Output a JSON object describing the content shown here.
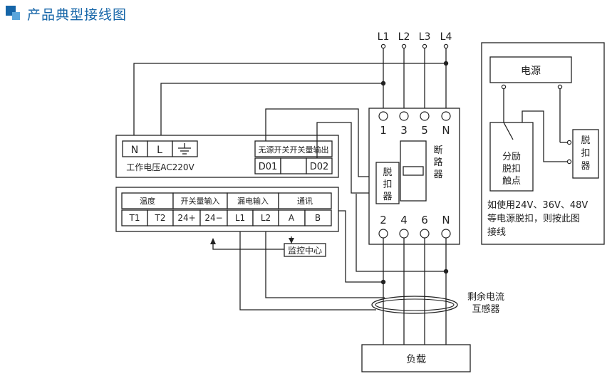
{
  "header": {
    "title": "产品典型接线图",
    "accent_color": "#1565a8",
    "accent_light": "#5aa6dc",
    "icon": "square-bullet-icon"
  },
  "diagram": {
    "line_labels": [
      "L1",
      "L2",
      "L3",
      "L4"
    ],
    "power_module": {
      "terminals": [
        "N",
        "L"
      ],
      "ground_icon": "ground-icon",
      "voltage_label": "工作电压AC220V",
      "dry_output_title": "无源开关开关量输出",
      "outputs": [
        "D01",
        "D02"
      ]
    },
    "io_module": {
      "groups": [
        "温度",
        "开关量输入",
        "漏电输入",
        "通讯"
      ],
      "terminals": [
        "T1",
        "T2",
        "24+",
        "24−",
        "L1",
        "L2",
        "A",
        "B"
      ]
    },
    "monitor_center": "监控中心",
    "breaker": {
      "top_terminals": [
        "1",
        "3",
        "5",
        "N"
      ],
      "bottom_terminals": [
        "2",
        "4",
        "6",
        "N"
      ],
      "trip_label": "脱扣器",
      "breaker_label": "断路器"
    },
    "ct_label_line1": "剩余电流",
    "ct_label_line2": "互感器",
    "load_label": "负载",
    "shunt": {
      "power_label": "电源",
      "contact_label_line1": "分励",
      "contact_label_line2": "脱扣",
      "contact_label_line3": "触点",
      "trip_label": "脱扣器",
      "note_line1": "如使用24V、36V、48V",
      "note_line2": "等电源脱扣，则按此图",
      "note_line3": "接线"
    }
  }
}
